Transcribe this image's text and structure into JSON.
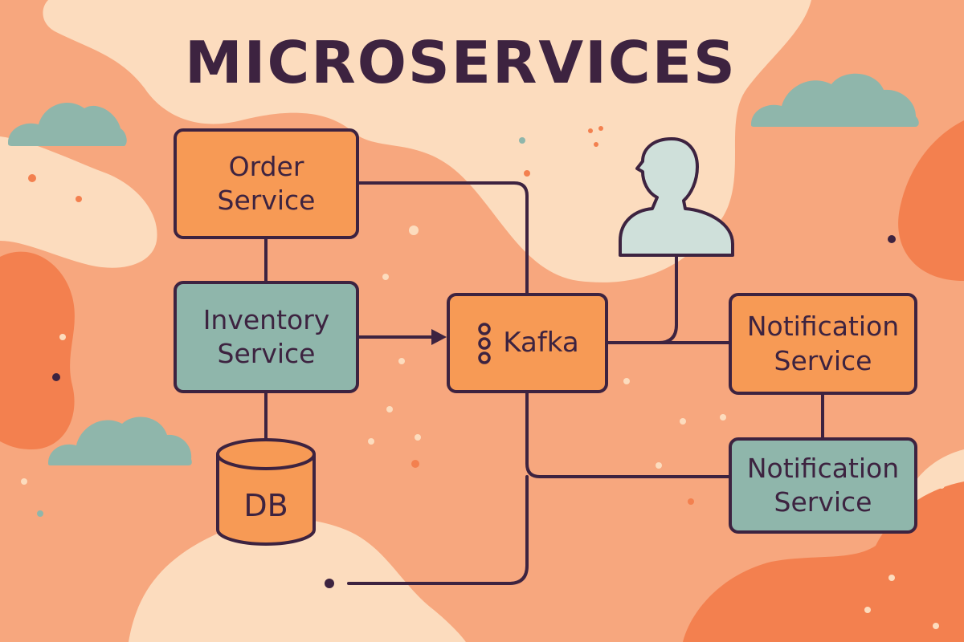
{
  "title": "MICROSERVICES",
  "colors": {
    "background": "#f7a77e",
    "background_light": "#fcdcbe",
    "background_dark": "#f3804f",
    "service_orange": "#f79a55",
    "service_teal": "#8fb6ab",
    "cloud": "#8fb6ab",
    "user": "#cfe0da",
    "ink": "#3d2340"
  },
  "nodes": {
    "order_service": {
      "label": "Order\nService",
      "color": "orange"
    },
    "inventory_service": {
      "label": "Inventory\nService",
      "color": "teal"
    },
    "database": {
      "label": "DB",
      "shape": "cylinder"
    },
    "kafka": {
      "label": "Kafka",
      "icon": "kafka-icon"
    },
    "user": {
      "icon": "user-icon"
    },
    "notification_service_1": {
      "label": "Notification\nService",
      "color": "orange"
    },
    "notification_service_2": {
      "label": "Notification\nService",
      "color": "teal"
    }
  },
  "edges": [
    {
      "from": "order_service",
      "to": "kafka"
    },
    {
      "from": "order_service",
      "to": "inventory_service"
    },
    {
      "from": "inventory_service",
      "to": "kafka",
      "arrow": true
    },
    {
      "from": "inventory_service",
      "to": "database"
    },
    {
      "from": "kafka",
      "to": "notification_service_1"
    },
    {
      "from": "user",
      "to": "kafka"
    },
    {
      "from": "notification_service_1",
      "to": "notification_service_2"
    },
    {
      "from": "kafka",
      "to": "notification_service_2"
    },
    {
      "from": "kafka",
      "to": "external_dot"
    }
  ]
}
